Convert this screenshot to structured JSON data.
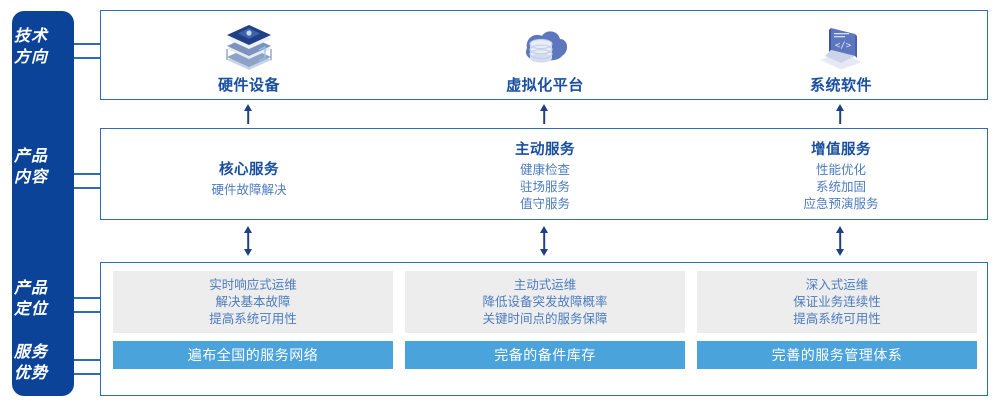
{
  "sidebar": {
    "groups": [
      {
        "name": "tech-direction",
        "line1": "技术",
        "line2": "方向"
      },
      {
        "name": "product-content",
        "line1": "产品",
        "line2": "内容"
      },
      {
        "name": "product-position",
        "line1": "产品",
        "line2": "定位"
      },
      {
        "name": "service-advantage",
        "line1": "服务",
        "line2": "优势"
      }
    ]
  },
  "row1": {
    "cells": [
      {
        "icon": "server-stack-icon",
        "title": "硬件设备"
      },
      {
        "icon": "cloud-database-icon",
        "title": "虚拟化平台"
      },
      {
        "icon": "laptop-code-icon",
        "title": "系统软件"
      }
    ]
  },
  "row2": {
    "cells": [
      {
        "title": "核心服务",
        "items": [
          "硬件故障解决"
        ]
      },
      {
        "title": "主动服务",
        "items": [
          "健康检查",
          "驻场服务",
          "值守服务"
        ]
      },
      {
        "title": "增值服务",
        "items": [
          "性能优化",
          "系统加固",
          "应急预演服务"
        ]
      }
    ]
  },
  "row3": {
    "cells": [
      {
        "lines": [
          "实时响应式运维",
          "解决基本故障",
          "提高系统可用性"
        ],
        "banner": "遍布全国的服务网络"
      },
      {
        "lines": [
          "主动式运维",
          "降低设备突发故障概率",
          "关键时间点的服务保障"
        ],
        "banner": "完备的备件库存"
      },
      {
        "lines": [
          "深入式运维",
          "保证业务连续性",
          "提高系统可用性"
        ],
        "banner": "完善的服务管理体系"
      }
    ]
  },
  "colors": {
    "sidebar_blue": "#0B4398",
    "border_blue": "#2E6DB4",
    "title_blue": "#1A4FA0",
    "sub_blue": "#4C7CBF",
    "banner_blue": "#4BA3DC",
    "grey_panel": "#EDEDED",
    "arrow_blue": "#1F3F86"
  }
}
